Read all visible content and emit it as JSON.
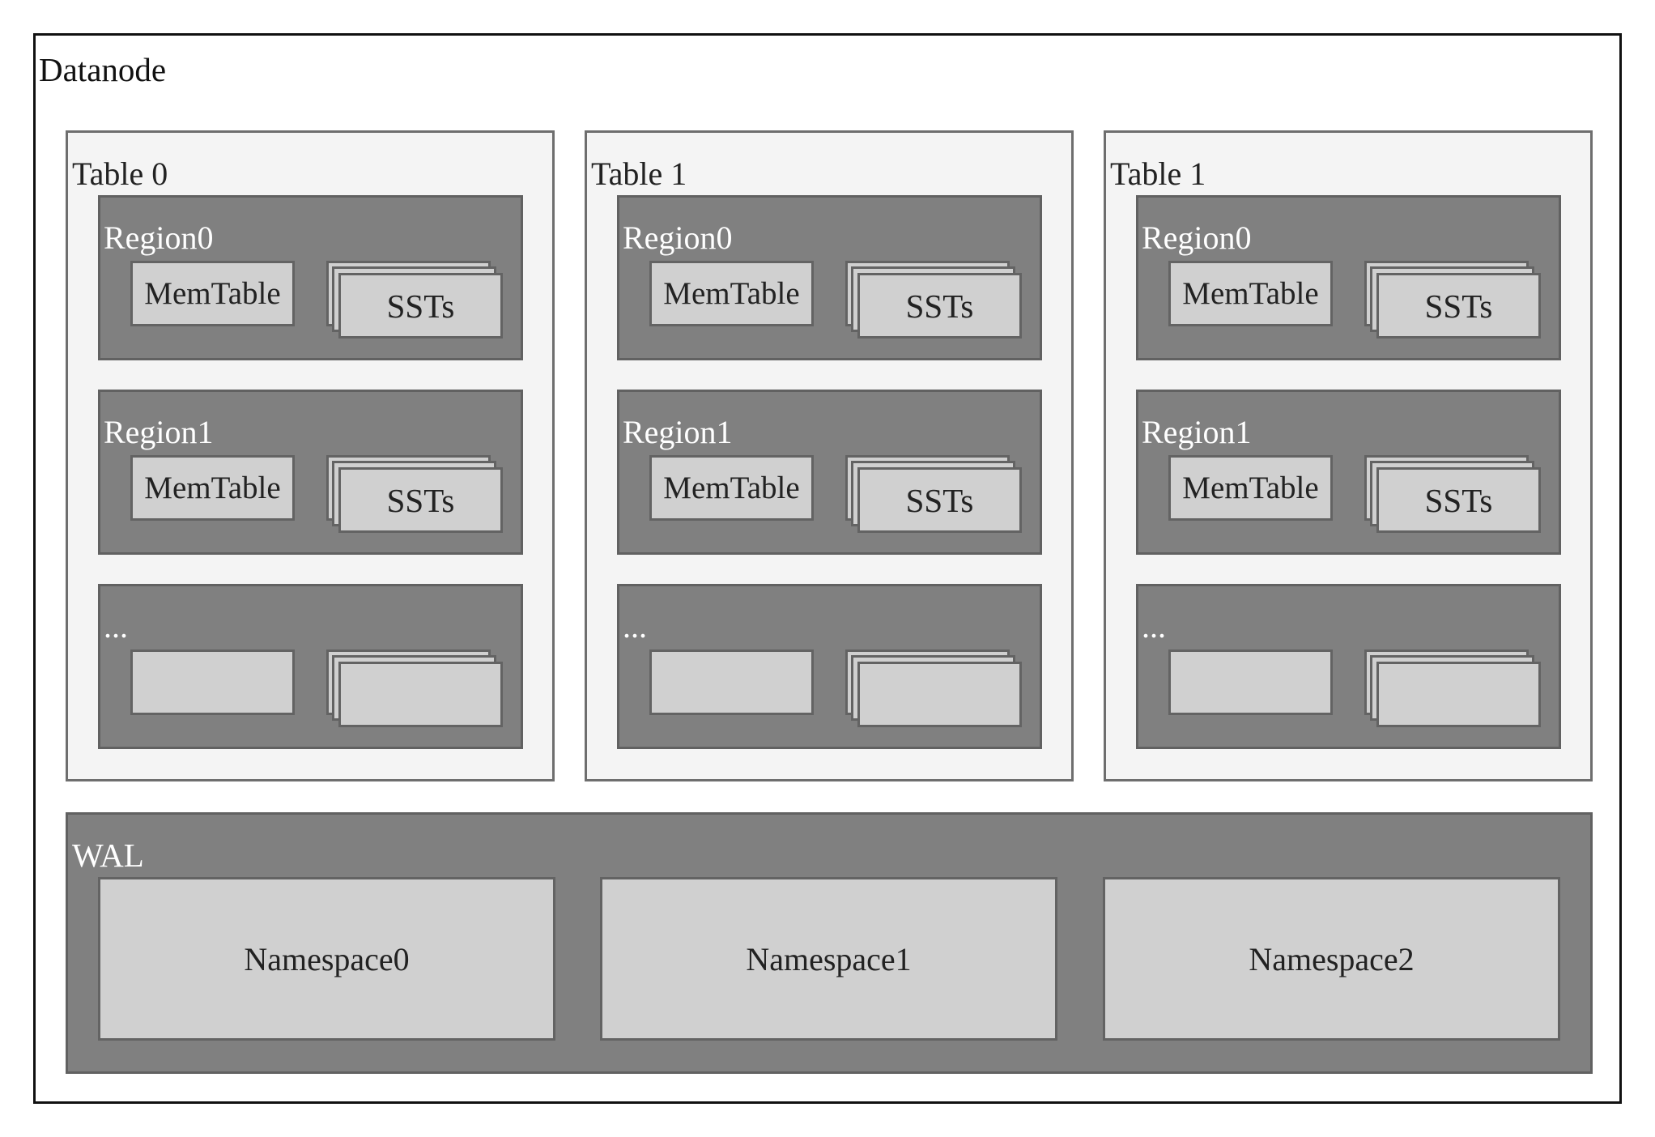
{
  "datanode": {
    "label": "Datanode"
  },
  "tables": [
    {
      "label": "Table 0",
      "regions": [
        {
          "label": "Region0",
          "memtable": "MemTable",
          "ssts": "SSTs"
        },
        {
          "label": "Region1",
          "memtable": "MemTable",
          "ssts": "SSTs"
        },
        {
          "label": "...",
          "memtable": "",
          "ssts": ""
        }
      ]
    },
    {
      "label": "Table 1",
      "regions": [
        {
          "label": "Region0",
          "memtable": "MemTable",
          "ssts": "SSTs"
        },
        {
          "label": "Region1",
          "memtable": "MemTable",
          "ssts": "SSTs"
        },
        {
          "label": "...",
          "memtable": "",
          "ssts": ""
        }
      ]
    },
    {
      "label": "Table 1",
      "regions": [
        {
          "label": "Region0",
          "memtable": "MemTable",
          "ssts": "SSTs"
        },
        {
          "label": "Region1",
          "memtable": "MemTable",
          "ssts": "SSTs"
        },
        {
          "label": "...",
          "memtable": "",
          "ssts": ""
        }
      ]
    }
  ],
  "wal": {
    "label": "WAL",
    "namespaces": [
      "Namespace0",
      "Namespace1",
      "Namespace2"
    ]
  },
  "colors": {
    "outer_border": "#111111",
    "table_fill": "#f4f4f4",
    "region_fill": "#808080",
    "component_fill": "#d0d0d0",
    "component_border": "#636363"
  }
}
